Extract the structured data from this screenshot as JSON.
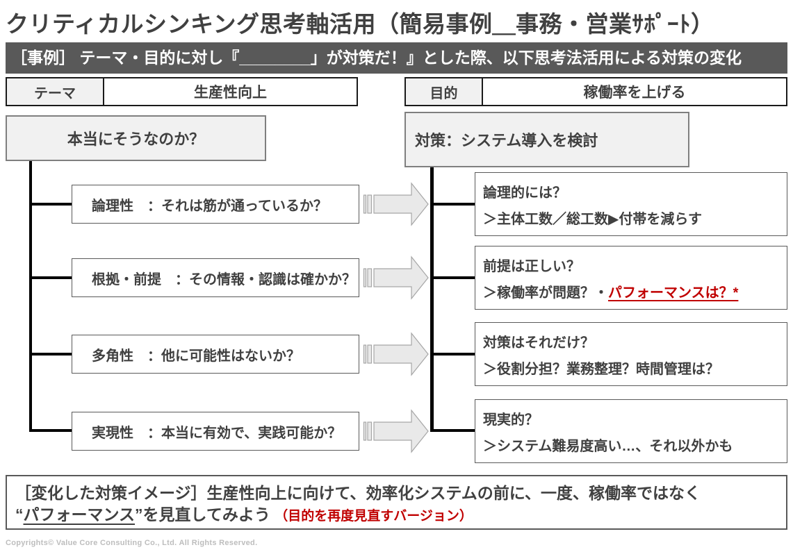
{
  "header": {
    "title": "クリティカルシンキング思考軸活用（簡易事例＿事務・営業ｻﾎﾟｰﾄ）",
    "banner": "［事例］ テーマ・目的に対し『________」が対策だ！』とした際、以下思考法活用による対策の変化"
  },
  "theme": {
    "label": "テーマ",
    "value": "生産性向上"
  },
  "purpose": {
    "label": "目的",
    "value": "稼働率を上げる"
  },
  "doubt_box": "本当にそうなのか？",
  "countermeasure_box": "対策：システム導入を検討",
  "rows": [
    {
      "question": "論理性　：それは筋が通っているか？",
      "answer_title": "論理的には？",
      "answer_detail": "＞主体工数／総工数▶付帯を減らす",
      "answer_detail_highlight": ""
    },
    {
      "question": "根拠・前提　：その情報・認識は確かか？",
      "answer_title": "前提は正しい？",
      "answer_detail": "＞稼働率が問題？・",
      "answer_detail_highlight": "パフォーマンスは？*"
    },
    {
      "question": "多角性　：他に可能性はないか？",
      "answer_title": "対策はそれだけ？",
      "answer_detail": "＞役割分担？業務整理？時間管理は？",
      "answer_detail_highlight": ""
    },
    {
      "question": "実現性　：本当に有効で、実践可能か？",
      "answer_title": "現実的？",
      "answer_detail": "＞システム難易度高い…、それ以外かも",
      "answer_detail_highlight": ""
    }
  ],
  "summary": {
    "line1": "［変化した対策イメージ］生産性向上に向けて、効率化システムの前に、一度、稼働率ではなく",
    "quote_open": "“",
    "underlined": "パフォーマンス",
    "quote_close": "”",
    "line2_rest": "を見直してみよう ",
    "note": "（目的を再度見直すバージョン）"
  },
  "copyright": "Copyrights© Value Core Consulting Co., Ltd.  All Rights Reserved.",
  "colors": {
    "banner_bg": "#595959",
    "accent_red": "#c00000",
    "panel_fill": "#f1f1f1",
    "text": "#404040",
    "arrow_fill": "#e9e9e9",
    "arrow_stroke": "#a6a6a6"
  }
}
